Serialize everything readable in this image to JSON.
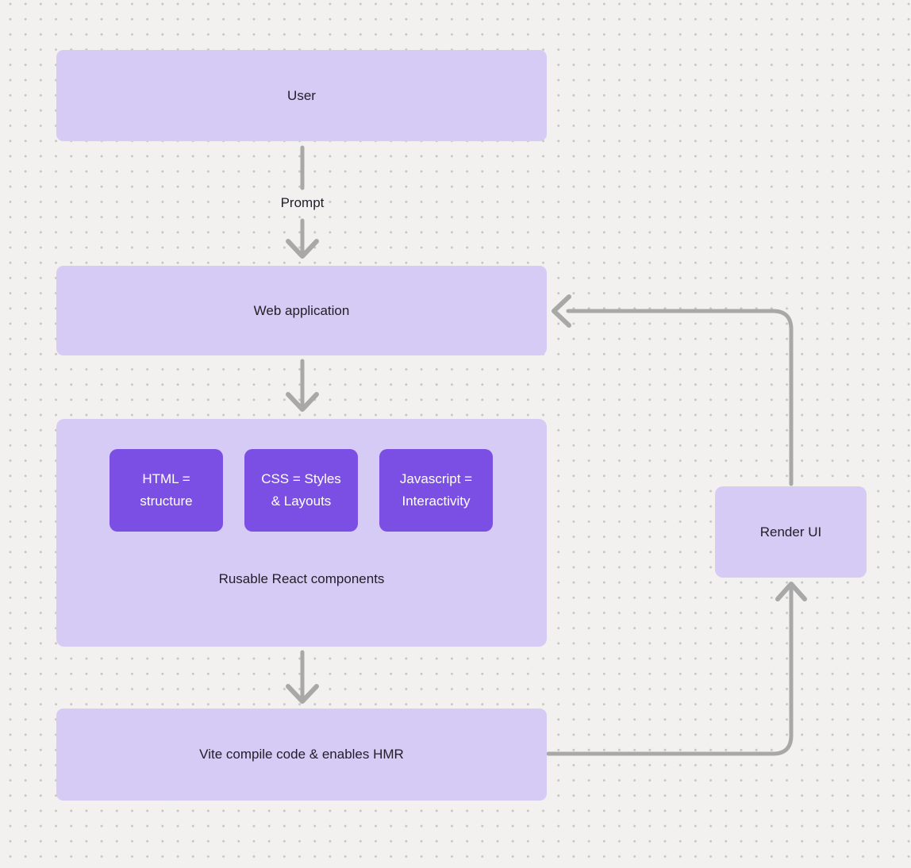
{
  "colors": {
    "background": "#f2f1ef",
    "dot": "#c6c3c0",
    "node_fill": "#d5cbf4",
    "component_fill": "#7c4fe4",
    "arrow": "#a9a8a8",
    "text_dark": "#211e29",
    "text_light": "#ffffff"
  },
  "nodes": {
    "user": {
      "label": "User"
    },
    "web_application": {
      "label": "Web application"
    },
    "components_group": {
      "caption": "Rusable React components",
      "children": [
        {
          "lines": [
            "HTML =",
            "structure"
          ]
        },
        {
          "lines": [
            "CSS = Styles",
            "& Layouts"
          ]
        },
        {
          "lines": [
            "Javascript =",
            "Interactivity"
          ]
        }
      ]
    },
    "vite": {
      "label": "Vite compile code & enables HMR"
    },
    "render_ui": {
      "label": "Render UI"
    }
  },
  "edges": {
    "prompt_label": "Prompt"
  }
}
